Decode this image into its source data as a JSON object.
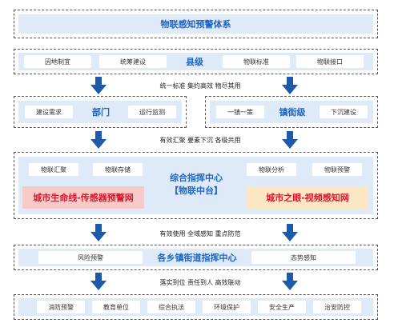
{
  "title": "物联感知预警体系",
  "county": {
    "label": "县级",
    "items": [
      "因地制宜",
      "统筹建设",
      "物联标准",
      "物联接口"
    ]
  },
  "note1": "统一标准  集约高效  物尽其用",
  "department": {
    "label": "部门",
    "items": [
      "建设需求",
      "运行监测"
    ]
  },
  "town": {
    "label": "镇街级",
    "items": [
      "一镇一策",
      "下沉建设"
    ]
  },
  "note2": "有效汇聚  要素下沉  各级共用",
  "center": {
    "title_line1": "综合指挥中心",
    "title_line2": "【物联中台】",
    "items_left": [
      "物联汇聚",
      "物联存储"
    ],
    "items_right": [
      "物联分析",
      "物联预警"
    ],
    "left_box": "城市生命线-传感器预警网",
    "right_box": "城市之眼-视频感知网"
  },
  "note3": "有效使用  全域感知  重点防范",
  "township_center": {
    "label": "各乡镇街道指挥中心",
    "items": [
      "风险预警",
      "态势感知"
    ]
  },
  "note4": "落实到位  责任到人  高效联动",
  "bottom": {
    "items": [
      "消防预警",
      "教育单位",
      "综合执法",
      "环境保护",
      "安全生产",
      "治安防控"
    ]
  },
  "colors": {
    "band": "#dfeaf8",
    "title_text": "#2165c0",
    "arrow": "#1f5aa8",
    "left_box_bg": "#f7c9c9",
    "left_box_text": "#d8182c",
    "right_box_bg": "#fde6c4",
    "right_box_text": "#d8182c"
  }
}
